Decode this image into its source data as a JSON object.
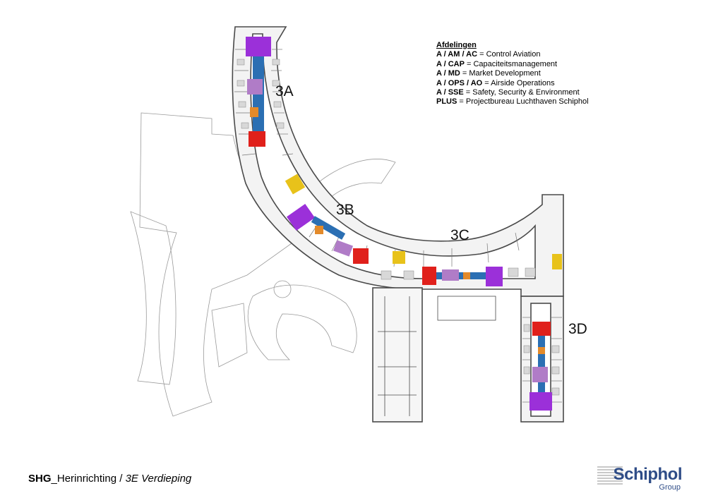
{
  "legend": {
    "title": "Afdelingen",
    "entries": [
      {
        "code": "A / AM / AC",
        "label": "Control Aviation"
      },
      {
        "code": "A / CAP",
        "label": "Capaciteitsmanagement"
      },
      {
        "code": "A / MD",
        "label": "Market Development"
      },
      {
        "code": "A / OPS / AO",
        "label": "Airside Operations"
      },
      {
        "code": "A / SSE",
        "label": "Safety, Security & Environment"
      },
      {
        "code": "PLUS",
        "label": "Projectbureau Luchthaven Schiphol"
      }
    ]
  },
  "zones": {
    "a": "3A",
    "b": "3B",
    "c": "3C",
    "d": "3D"
  },
  "footer": {
    "bold": "SHG",
    "regular": "_Herinrichting /",
    "italic": "3E Verdieping"
  },
  "logo": {
    "name": "Schiphol",
    "group": "Group"
  },
  "colors": {
    "purple": "#9b30d9",
    "red": "#e0201b",
    "blue": "#2b6fb3",
    "orange": "#e38a2a",
    "yellow": "#e8c21a",
    "lavender": "#b07cc7",
    "wall": "#4a4a4a"
  }
}
